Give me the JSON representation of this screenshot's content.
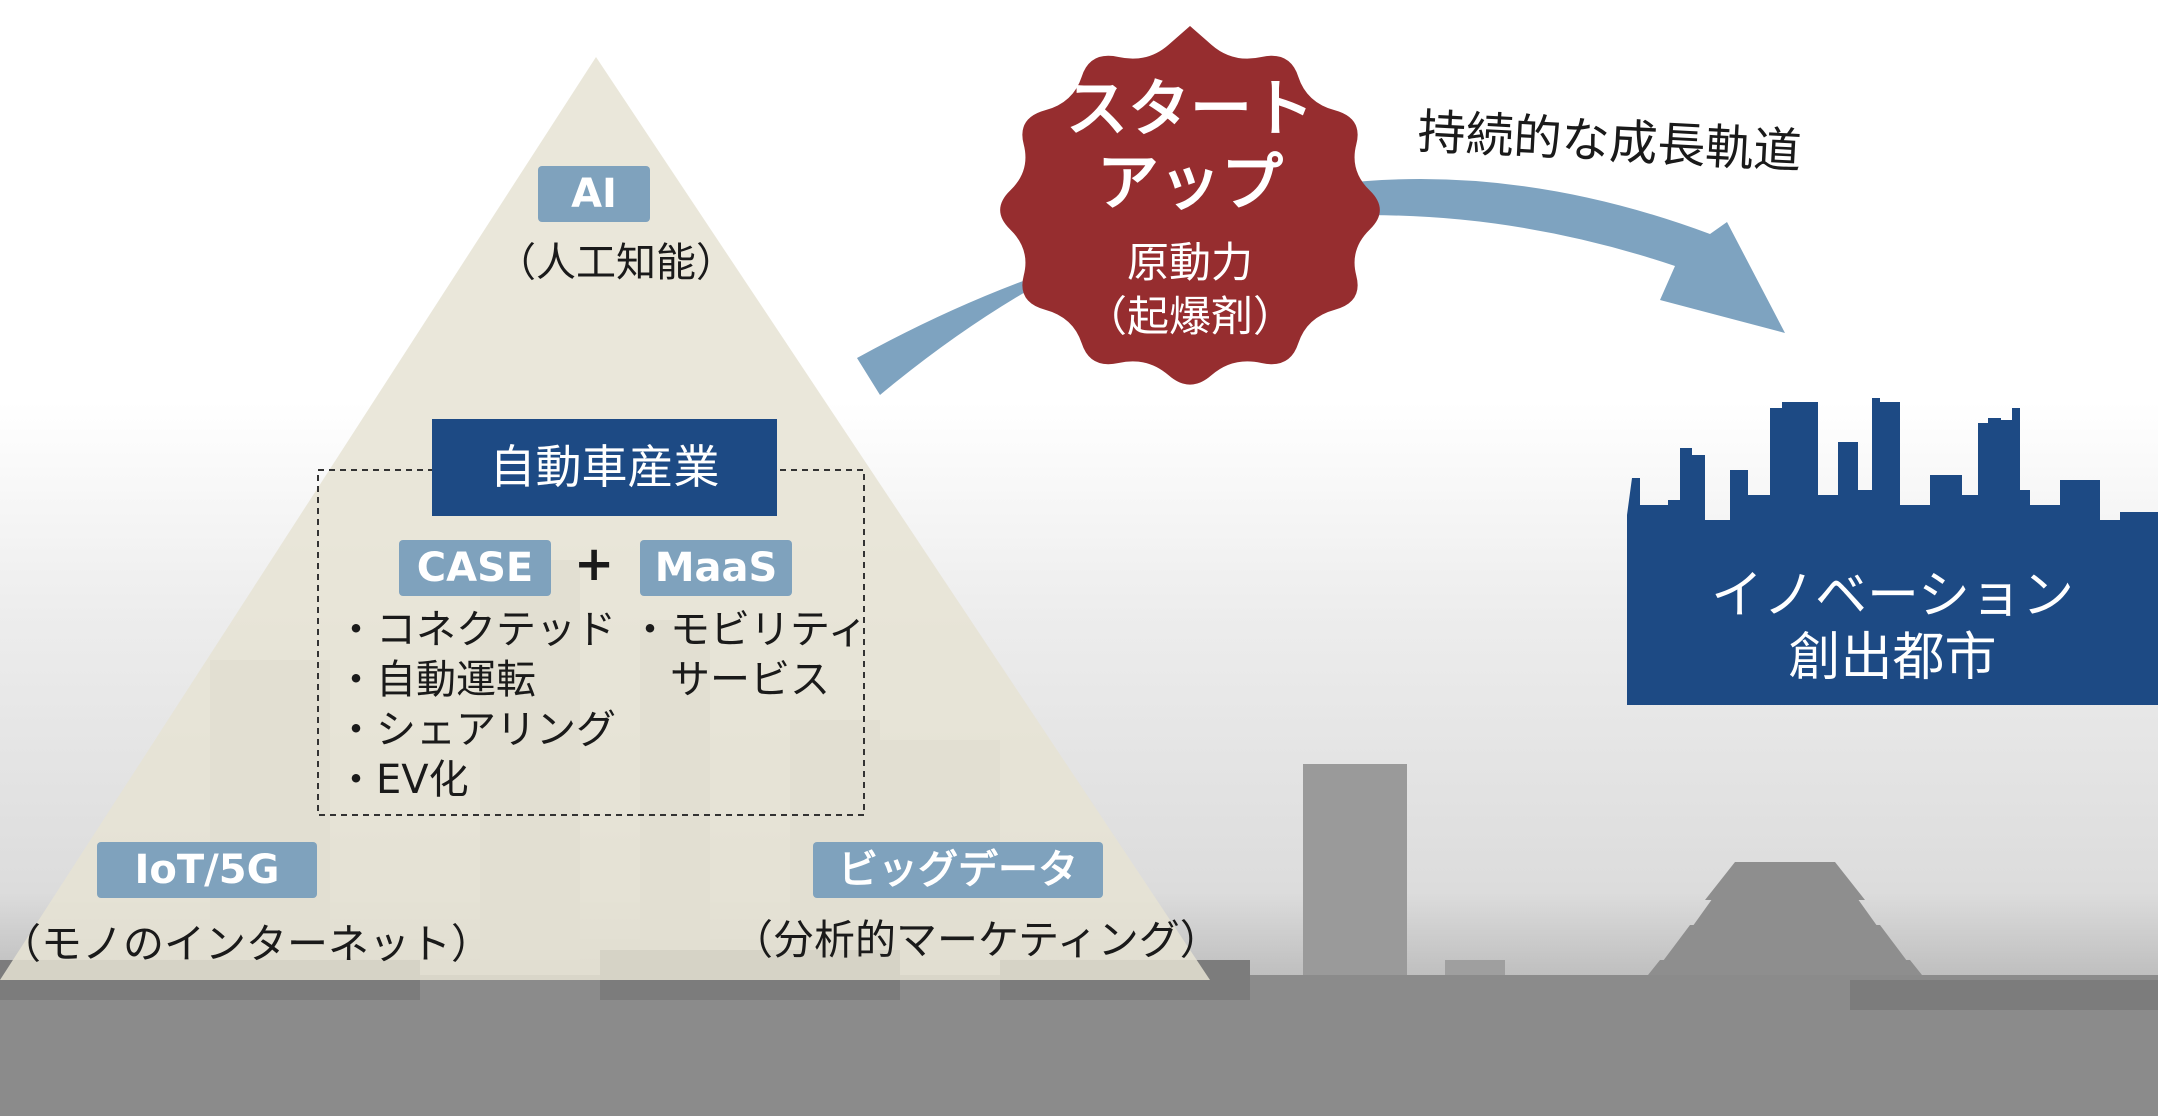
{
  "pyramid": {
    "top": {
      "tag": "AI",
      "sub": "（人工知能）"
    },
    "middle": {
      "title": "自動車産業",
      "left_tag": "CASE",
      "plus": "+",
      "right_tag": "MaaS",
      "case_items": [
        "・コネクテッド",
        "・自動運転",
        "・シェアリング",
        "・EV化"
      ],
      "maas_items": [
        "・モビリティ",
        "　サービス"
      ]
    },
    "bottom_left": {
      "tag": "IoT/5G",
      "sub": "（モノのインターネット）"
    },
    "bottom_right": {
      "tag": "ビッグデータ",
      "sub": "（分析的マーケティング）"
    }
  },
  "startup": {
    "line1": "スタート",
    "line2": "アップ",
    "sub1": "原動力",
    "sub2": "（起爆剤）"
  },
  "growth_label": "持続的な成長軌道",
  "city": {
    "line1": "イノベーション",
    "line2": "創出都市"
  },
  "colors": {
    "pyramid": "#e6e3d4",
    "tag": "#7fa2bd",
    "navy": "#1d4a84",
    "startup": "#962d2f",
    "arrow": "#7ea3c0"
  }
}
